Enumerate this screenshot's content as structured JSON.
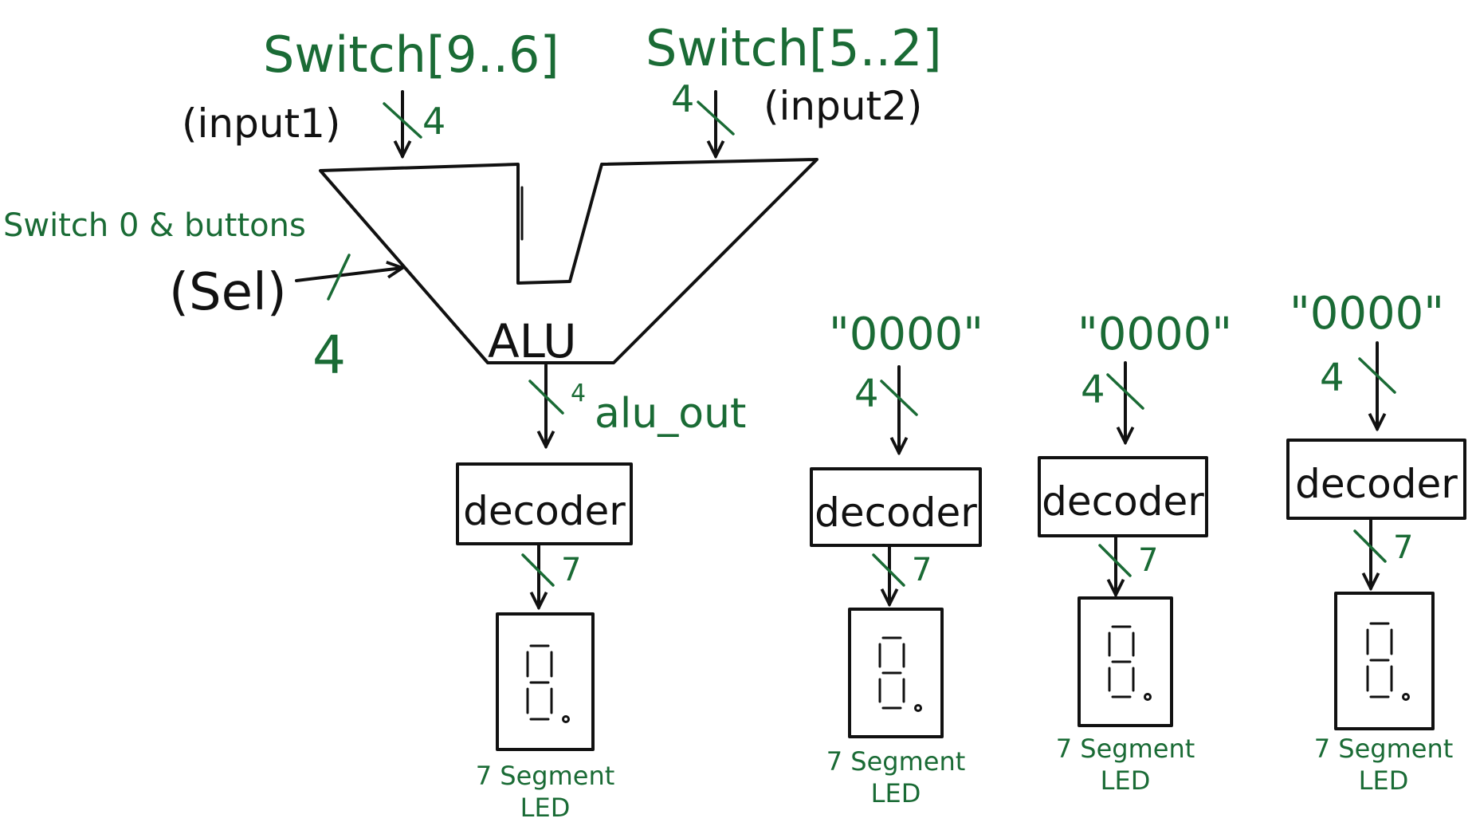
{
  "colors": {
    "ink": "#111111",
    "annotation": "#1a6b35",
    "background": "#ffffff"
  },
  "inputs": {
    "switch_a": {
      "label": "Switch[9..6]",
      "name": "(input1)",
      "width": "4"
    },
    "switch_b": {
      "label": "Switch[5..2]",
      "name": "(input2)",
      "width": "4"
    },
    "sel": {
      "source": "Switch 0 & buttons",
      "name": "(Sel)",
      "width": "4"
    }
  },
  "alu": {
    "label": "ALU",
    "output_name": "alu_out",
    "output_width": "4"
  },
  "constants": [
    {
      "value": "\"0000\"",
      "width": "4"
    },
    {
      "value": "\"0000\"",
      "width": "4"
    },
    {
      "value": "\"0000\"",
      "width": "4"
    }
  ],
  "decoders": [
    {
      "label": "decoder",
      "out_width": "7"
    },
    {
      "label": "decoder",
      "out_width": "7"
    },
    {
      "label": "decoder",
      "out_width": "7"
    },
    {
      "label": "decoder",
      "out_width": "7"
    }
  ],
  "displays": [
    {
      "line1": "7 Segment",
      "line2": "LED"
    },
    {
      "line1": "7 Segment",
      "line2": "LED"
    },
    {
      "line1": "7 Segment",
      "line2": "LED"
    },
    {
      "line1": "7 Segment",
      "line2": "LED"
    }
  ]
}
